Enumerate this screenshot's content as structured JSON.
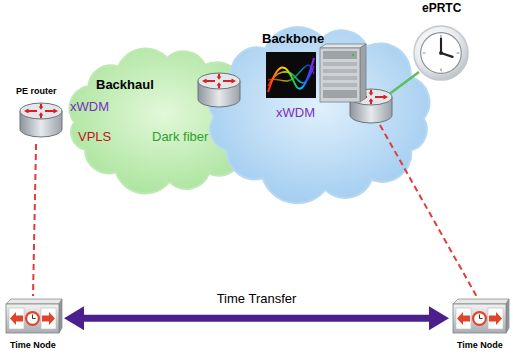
{
  "diagram": {
    "nodes": [
      {
        "text": [
          "ePRTC"
        ]
      },
      {
        "text": [
          "PE router"
        ]
      },
      {
        "text": [
          "Backhaul",
          "xWDM",
          "VPLS",
          "Dark fiber"
        ]
      },
      {
        "text": [
          "Backbone",
          "xWDM"
        ]
      },
      {
        "text": [
          "Time Node"
        ]
      },
      {
        "text": [
          "Time Node"
        ]
      }
    ],
    "edges": [
      {
        "from": 1,
        "to": 4,
        "arrow": "none"
      },
      {
        "from": 4,
        "to": 5,
        "arrow": "both",
        "label": "Time Transfer"
      }
    ]
  }
}
